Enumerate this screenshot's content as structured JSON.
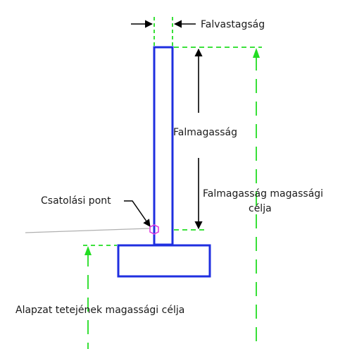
{
  "labels": {
    "wall_thickness": "Falvastagság",
    "wall_height": "Falmagasság",
    "wall_height_target_line1": "Falmagasság magassági",
    "wall_height_target_line2": "célja",
    "attachment_point": "Csatolási pont",
    "footing_top_target": "Alapzat tetejének magassági célja"
  },
  "colors": {
    "structure": "#1f2fe0",
    "dimension": "#22dd22",
    "arrow": "#000000",
    "attachment_marker": "#e040e0",
    "ground_line": "#b0b0b0",
    "text": "#1a1a1a"
  }
}
